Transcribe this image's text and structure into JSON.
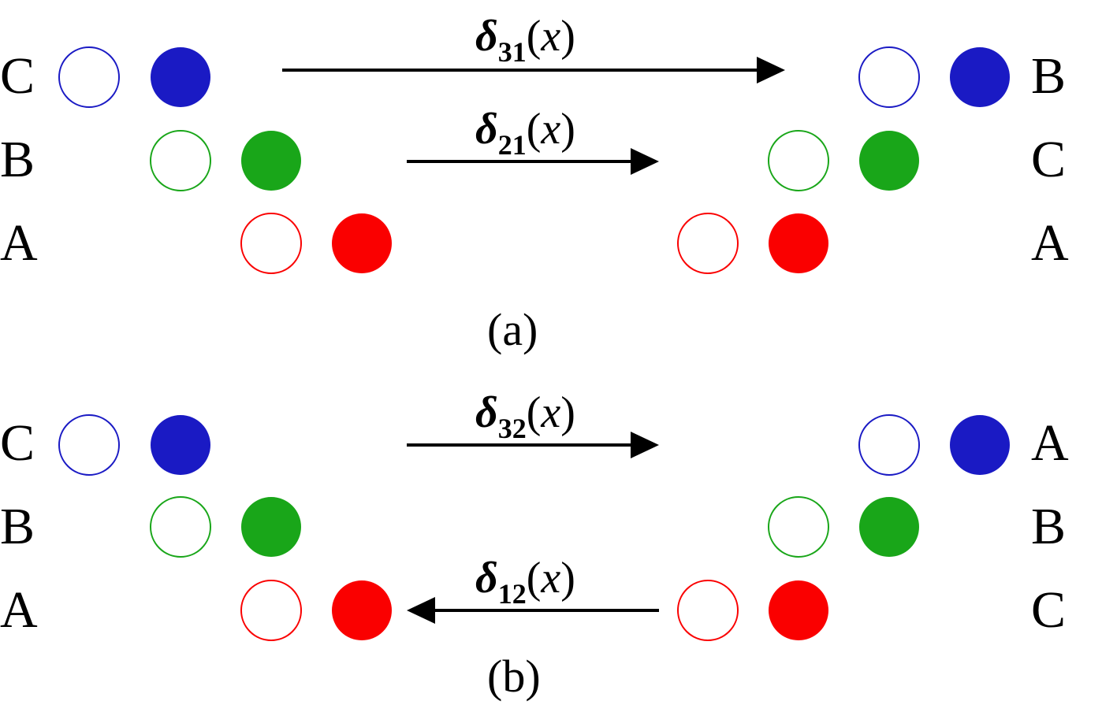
{
  "colors": {
    "blue": "#1a1ac4",
    "green": "#19a619",
    "red": "#fa0000",
    "arrow": "#000000"
  },
  "panel_a": {
    "caption": "(a)",
    "left_labels": [
      "C",
      "B",
      "A"
    ],
    "right_labels": [
      "B",
      "C",
      "A"
    ],
    "arrows": [
      {
        "symbol": "δ",
        "subscript": "31",
        "argument": "x",
        "direction": "right"
      },
      {
        "symbol": "δ",
        "subscript": "21",
        "argument": "x",
        "direction": "right"
      }
    ]
  },
  "panel_b": {
    "caption": "(b)",
    "left_labels": [
      "C",
      "B",
      "A"
    ],
    "right_labels": [
      "A",
      "B",
      "C"
    ],
    "arrows": [
      {
        "symbol": "δ",
        "subscript": "32",
        "argument": "x",
        "direction": "right"
      },
      {
        "symbol": "δ",
        "subscript": "12",
        "argument": "x",
        "direction": "left"
      }
    ]
  }
}
